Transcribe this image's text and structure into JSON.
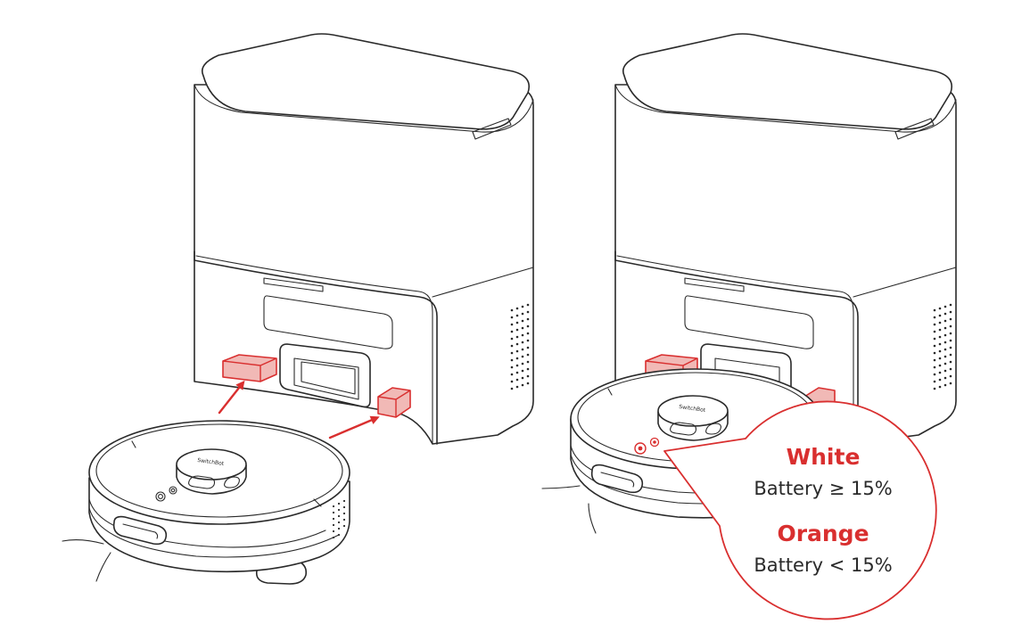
{
  "colors": {
    "accent": "#d92f2f",
    "line": "#2a2a2a",
    "contact_fill": "#f1b9b6",
    "background": "#ffffff"
  },
  "robot_logo_text": "SwitchBot",
  "callout": {
    "items": [
      {
        "title": "White",
        "description": "Battery ≥ 15%"
      },
      {
        "title": "Orange",
        "description": "Battery < 15%"
      }
    ]
  }
}
